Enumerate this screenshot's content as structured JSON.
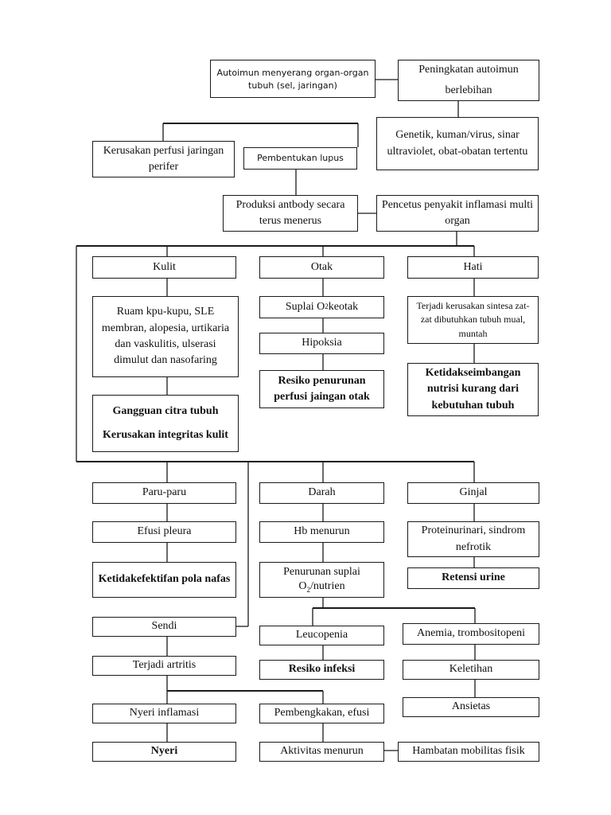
{
  "nodes": {
    "autoimun": "Autoimun menyerang organ-organ tubuh (sel, jaringan)",
    "peningkatan_line1": "Peningkatan autoimun",
    "peningkatan_line2": "berlebihan",
    "genetik": "Genetik, kuman/virus, sinar ultraviolet, obat-obatan tertentu",
    "kerusakan_perfusi": "Kerusakan perfusi jaringan perifer",
    "pembentukan_lupus": "Pembentukan lupus",
    "produksi": "Produksi antbody secara terus menerus",
    "pencetus": "Pencetus penyakit inflamasi multi organ",
    "kulit": "Kulit",
    "otak": "Otak",
    "hati": "Hati",
    "ruam": "Ruam kpu-kupu, SLE membran, alopesia, urtikaria dan vaskulitis, ulserasi dimulut dan nasofaring",
    "suplai_o2_prefix": "Suplai O",
    "suplai_o2_sub": "2",
    "suplai_o2_suffix": " keotak",
    "hipoksia": "Hipoksia",
    "resiko_perfusi": "Resiko penurunan perfusi jaingan otak",
    "terjadi_kerusakan": "Terjadi kerusakan sintesa zat-zat dibutuhkan tubuh mual, muntah",
    "ketidakseimbangan": "Ketidakseimbangan nutrisi kurang dari kebutuhan tubuh",
    "gangguan_citra": "Gangguan citra tubuh",
    "kerusakan_integritas": "Kerusakan integritas kulit",
    "paru": "Paru-paru",
    "darah": "Darah",
    "ginjal": "Ginjal",
    "efusi_pleura": "Efusi pleura",
    "hb_menurun": "Hb menurun",
    "proteinuria": "Proteinurinari, sindrom nefrotik",
    "ketidakefektifan": "Ketidakefektifan pola nafas",
    "penurunan_suplai_line1": "Penurunan suplai",
    "penurunan_suplai_prefix": "O",
    "penurunan_suplai_sub": "2",
    "penurunan_suplai_suffix": "/nutrien",
    "retensi": "Retensi urine",
    "sendi": "Sendi",
    "leucopenia": "Leucopenia",
    "anemia": "Anemia, trombositopeni",
    "artritis": "Terjadi artritis",
    "resiko_infeksi": "Resiko infeksi",
    "keletihan": "Keletihan",
    "ansietas": "Ansietas",
    "nyeri_inflamasi": "Nyeri inflamasi",
    "pembengkakan": "Pembengkakan, efusi",
    "nyeri": "Nyeri",
    "aktivitas": "Aktivitas menurun",
    "hambatan": "Hambatan mobilitas fisik"
  },
  "colors": {
    "line": "#1a1a1a",
    "background": "#ffffff"
  }
}
